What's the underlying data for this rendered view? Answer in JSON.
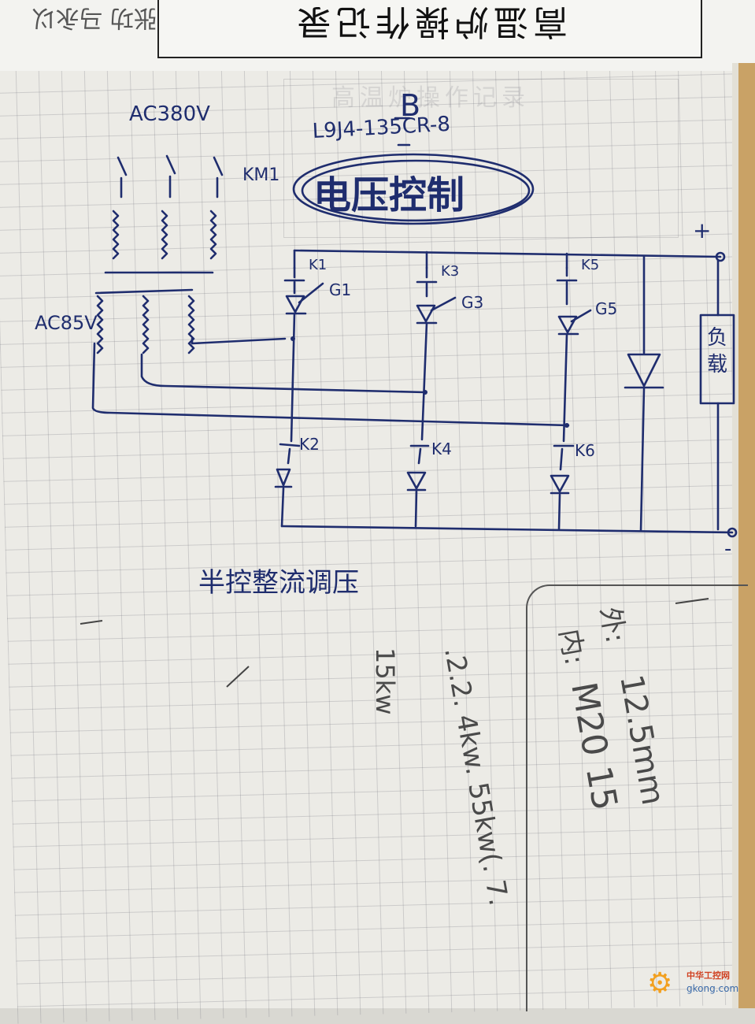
{
  "header": {
    "title": "高温炉操作记录",
    "scrawl": "张功 马永以"
  },
  "faint_table_title": "高温炉操作记录",
  "labels": {
    "supply_voltage": "AC380V",
    "contactor": "KM1",
    "secondary_voltage": "AC85V",
    "model_prefix": "B",
    "model": "L9J4-135CR-8",
    "circled_title": "电压控制",
    "k1": "K1",
    "g1": "G1",
    "k3": "K3",
    "g3": "G3",
    "k5": "K5",
    "g5": "G5",
    "k2": "K2",
    "k4": "K4",
    "k6": "K6",
    "load": "负载",
    "plus": "+",
    "minus": "-",
    "caption": "半控整流调压"
  },
  "pencil_notes": {
    "a": "15kw",
    "b": ".2.2. 4kw. 55kw(. 7.",
    "c": "M20 15",
    "d": "12.5mm",
    "e": "内:",
    "f": "外:"
  },
  "watermark": {
    "cn": "中华工控网",
    "url": "gkong.com",
    "icon": "gear-icon"
  },
  "colors": {
    "ink": "#1f2d6e",
    "pencil": "#4a4a4a"
  }
}
